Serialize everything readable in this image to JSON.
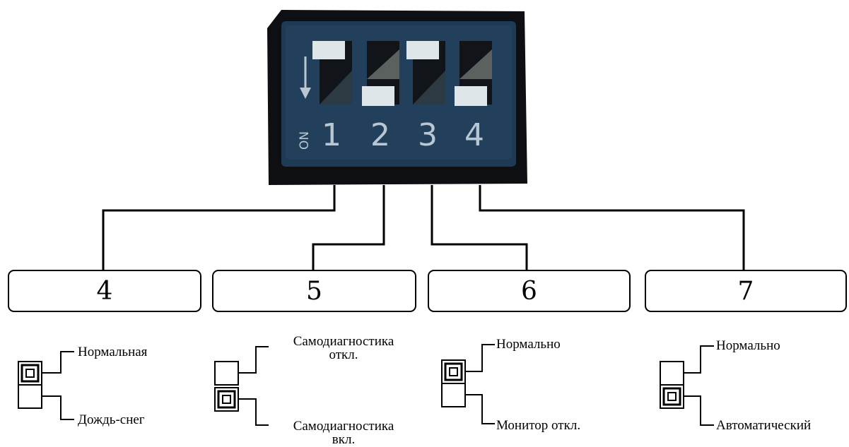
{
  "dip_switch": {
    "numbers": [
      "1",
      "2",
      "3",
      "4"
    ],
    "on_label": "ON",
    "positions": [
      "up",
      "down",
      "up",
      "down"
    ],
    "body_color": "#1f3a54",
    "frame_color": "#0d0f12",
    "slot_color": "#111418",
    "toggle_color": "#dfe6ea",
    "digit_color": "#b9c7d2"
  },
  "settings": [
    {
      "number": "4",
      "top_label": [
        "Нормальная"
      ],
      "bottom_label": [
        "Дождь-снег"
      ],
      "selected": "top"
    },
    {
      "number": "5",
      "top_label": [
        "Самодиагностика",
        "откл."
      ],
      "bottom_label": [
        "Самодиагностика",
        "вкл."
      ],
      "selected": "bottom"
    },
    {
      "number": "6",
      "top_label": [
        "Нормально"
      ],
      "bottom_label": [
        "Монитор откл."
      ],
      "selected": "top"
    },
    {
      "number": "7",
      "top_label": [
        "Нормально"
      ],
      "bottom_label": [
        "Автоматический"
      ],
      "selected": "bottom"
    }
  ]
}
